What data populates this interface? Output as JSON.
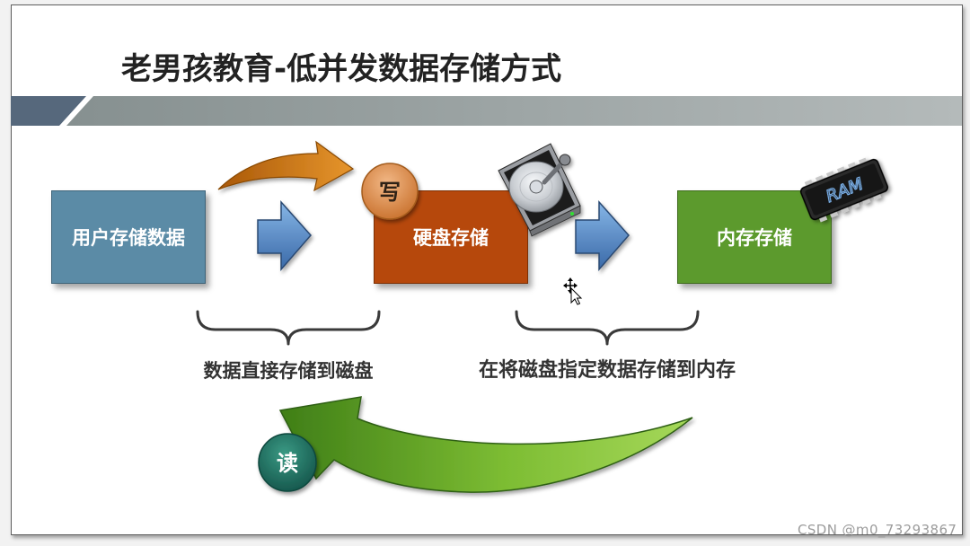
{
  "slide": {
    "title": "老男孩教育-低并发数据存储方式"
  },
  "diagram": {
    "nodes": [
      {
        "label": "用户存储数据",
        "color": "#5b8ba6"
      },
      {
        "label": "硬盘存储",
        "color": "#b6480c"
      },
      {
        "label": "内存存储",
        "color": "#5c9a2d"
      }
    ],
    "badges": {
      "write": "写",
      "read": "读"
    },
    "captions": [
      "数据直接存储到磁盘",
      "在将磁盘指定数据存储到内存"
    ],
    "ram_label": "RAM"
  },
  "icons": {
    "hard_disk": "hard-disk-icon",
    "ram_chip": "ram-chip-icon",
    "cursor": "move-cursor-icon"
  },
  "colors": {
    "header_accent": "#56687c",
    "write_badge": "#d8894a",
    "read_badge": "#1f6f5f",
    "flow_arrow": "#4a7fc0",
    "write_arrow": "#d0801c",
    "read_arrow": "#72b42e"
  },
  "watermark": "CSDN @m0_73293867"
}
